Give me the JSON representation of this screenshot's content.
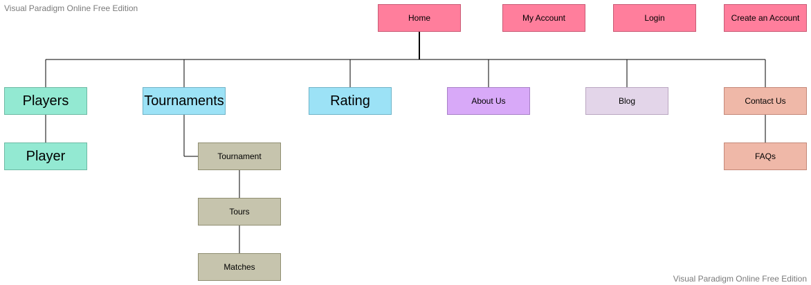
{
  "watermark": {
    "top": "Visual Paradigm Online Free Edition",
    "bottom": "Visual Paradigm Online Free Edition"
  },
  "nodes": {
    "home": "Home",
    "my_account": "My Account",
    "login": "Login",
    "create_account": "Create an Account",
    "players": "Players",
    "tournaments": "Tournaments",
    "rating": "Rating",
    "about_us": "About Us",
    "blog": "Blog",
    "contact_us": "Contact Us",
    "player": "Player",
    "tournament": "Tournament",
    "faqs": "FAQs",
    "tours": "Tours",
    "matches": "Matches"
  },
  "colors": {
    "top_nav": "#ff7e9c",
    "players": "#93e9d2",
    "tournaments_rating": "#9ce2f6",
    "about_us": "#d8a9f8",
    "blog": "#e3d5e9",
    "contact": "#efb8a8",
    "tournament_children": "#c6c4ad"
  }
}
